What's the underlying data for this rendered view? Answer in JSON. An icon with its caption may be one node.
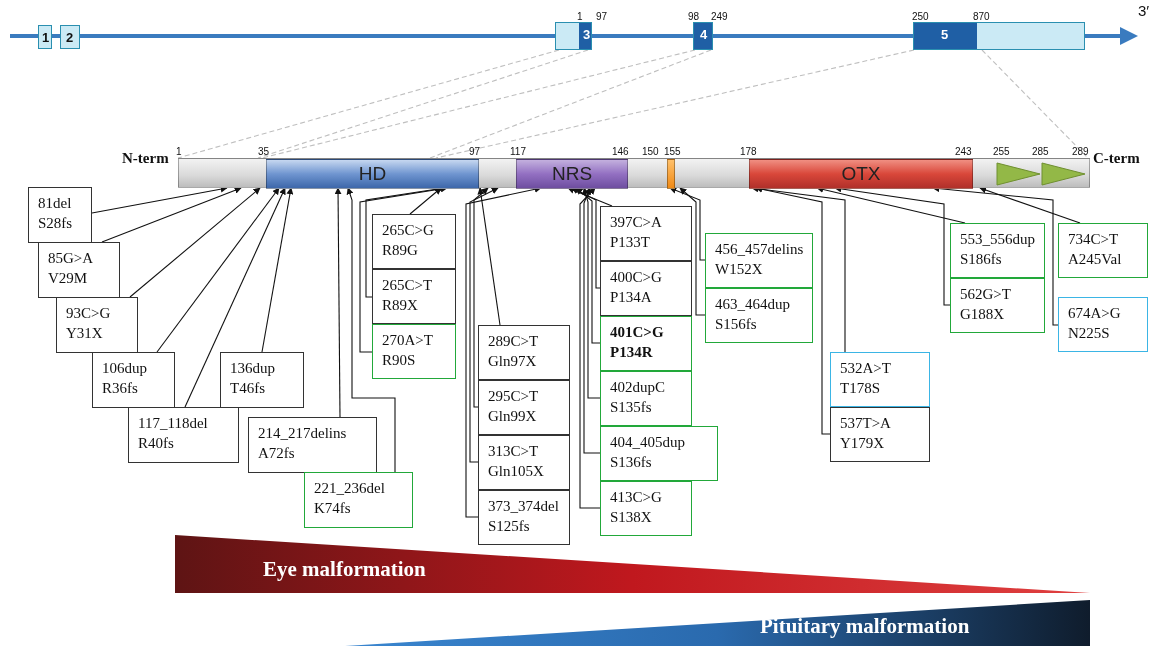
{
  "diagram": {
    "nodes": [
      {
        "text": [
          "1"
        ]
      },
      {
        "text": [
          "2"
        ]
      },
      {
        "text": [
          "3"
        ],
        "beside": [
          "1",
          "97"
        ]
      },
      {
        "text": [
          "4"
        ],
        "beside": [
          "98",
          "249"
        ]
      },
      {
        "text": [
          "5"
        ],
        "beside": [
          "250",
          "870"
        ]
      },
      {
        "text": [],
        "shape": "bar",
        "beside": [
          "N-term",
          "1",
          "289",
          "C-term"
        ]
      },
      {
        "text": [
          "HD"
        ],
        "in": 5,
        "beside": [
          "35",
          "97"
        ]
      },
      {
        "text": [
          "NRS"
        ],
        "in": 5,
        "beside": [
          "117",
          "146"
        ]
      },
      {
        "text": [],
        "shape": "bar",
        "in": 5,
        "beside": [
          "150",
          "155"
        ]
      },
      {
        "text": [
          "OTX"
        ],
        "in": 5,
        "beside": [
          "178",
          "243"
        ]
      },
      {
        "text": [],
        "shape": "triangle",
        "in": 5,
        "beside": [
          "255"
        ]
      },
      {
        "text": [],
        "shape": "triangle",
        "in": 5,
        "beside": [
          "285"
        ]
      },
      {
        "text": [
          "81del",
          "S28fs"
        ]
      },
      {
        "text": [
          "85G>A",
          "V29M"
        ]
      },
      {
        "text": [
          "93C>G",
          "Y31X"
        ]
      },
      {
        "text": [
          "106dup",
          "R36fs"
        ]
      },
      {
        "text": [
          "117_118del",
          "R40fs"
        ]
      },
      {
        "text": [
          "136dup",
          "T46fs"
        ]
      },
      {
        "text": [
          "214_217delins",
          "A72fs"
        ]
      },
      {
        "text": [
          "221_236del",
          "K74fs"
        ]
      },
      {
        "text": [
          "265C>G",
          "R89G"
        ]
      },
      {
        "text": [
          "265C>T",
          "R89X"
        ]
      },
      {
        "text": [
          "270A>T",
          "R90S"
        ]
      },
      {
        "text": [
          "289C>T",
          "Gln97X"
        ]
      },
      {
        "text": [
          "295C>T",
          "Gln99X"
        ]
      },
      {
        "text": [
          "313C>T",
          "Gln105X"
        ]
      },
      {
        "text": [
          "373_374del",
          "S125fs"
        ]
      },
      {
        "text": [
          "397C>A",
          "P133T"
        ]
      },
      {
        "text": [
          "400C>G",
          "P134A"
        ]
      },
      {
        "text": [
          "401C>G",
          "P134R"
        ]
      },
      {
        "text": [
          "402dupC",
          "S135fs"
        ]
      },
      {
        "text": [
          "404_405dup",
          "S136fs"
        ]
      },
      {
        "text": [
          "413C>G",
          "S138X"
        ]
      },
      {
        "text": [
          "456_457delins",
          "W152X"
        ]
      },
      {
        "text": [
          "463_464dup",
          "S156fs"
        ]
      },
      {
        "text": [
          "532A>T",
          "T178S"
        ]
      },
      {
        "text": [
          "537T>A",
          "Y179X"
        ]
      },
      {
        "text": [
          "553_556dup",
          "S186fs"
        ]
      },
      {
        "text": [
          "562G>T",
          "G188X"
        ]
      },
      {
        "text": [
          "674A>G",
          "N225S"
        ]
      },
      {
        "text": [
          "734C>T",
          "A245Val"
        ]
      },
      {
        "text": [
          "Eye malformation"
        ]
      },
      {
        "text": [
          "Pituitary malformation"
        ]
      }
    ],
    "edges": [
      {
        "from": 2,
        "to": 5,
        "arrow": "none",
        "style": "dashed",
        "color": "#bfbfbf"
      },
      {
        "from": 2,
        "to": 5,
        "arrow": "none",
        "style": "dashed",
        "color": "#bfbfbf"
      },
      {
        "from": 3,
        "to": 5,
        "arrow": "none",
        "style": "dashed",
        "color": "#bfbfbf"
      },
      {
        "from": 3,
        "to": 5,
        "arrow": "none",
        "style": "dashed",
        "color": "#bfbfbf"
      },
      {
        "from": 4,
        "to": 5,
        "arrow": "none",
        "style": "dashed",
        "color": "#bfbfbf"
      },
      {
        "from": 4,
        "to": 5,
        "arrow": "none",
        "style": "dashed",
        "color": "#bfbfbf"
      },
      {
        "from": 12,
        "to": 5,
        "arrow": "to"
      },
      {
        "from": 13,
        "to": 5,
        "arrow": "to"
      },
      {
        "from": 14,
        "to": 5,
        "arrow": "to"
      },
      {
        "from": 15,
        "to": 6,
        "arrow": "to"
      },
      {
        "from": 16,
        "to": 6,
        "arrow": "to"
      },
      {
        "from": 17,
        "to": 6,
        "arrow": "to"
      },
      {
        "from": 18,
        "to": 6,
        "arrow": "to"
      },
      {
        "from": 19,
        "to": 6,
        "arrow": "to"
      },
      {
        "from": 20,
        "to": 6,
        "arrow": "to"
      },
      {
        "from": 21,
        "to": 6,
        "arrow": "to"
      },
      {
        "from": 22,
        "to": 6,
        "arrow": "to"
      },
      {
        "from": 23,
        "to": 5,
        "arrow": "to"
      },
      {
        "from": 24,
        "to": 5,
        "arrow": "to"
      },
      {
        "from": 25,
        "to": 5,
        "arrow": "to"
      },
      {
        "from": 26,
        "to": 7,
        "arrow": "to"
      },
      {
        "from": 27,
        "to": 7,
        "arrow": "to"
      },
      {
        "from": 28,
        "to": 7,
        "arrow": "to"
      },
      {
        "from": 29,
        "to": 7,
        "arrow": "to"
      },
      {
        "from": 30,
        "to": 7,
        "arrow": "to"
      },
      {
        "from": 31,
        "to": 7,
        "arrow": "to"
      },
      {
        "from": 32,
        "to": 7,
        "arrow": "to"
      },
      {
        "from": 33,
        "to": 8,
        "arrow": "to"
      },
      {
        "from": 34,
        "to": 5,
        "arrow": "to"
      },
      {
        "from": 35,
        "to": 9,
        "arrow": "to"
      },
      {
        "from": 36,
        "to": 9,
        "arrow": "to"
      },
      {
        "from": 37,
        "to": 9,
        "arrow": "to"
      },
      {
        "from": 38,
        "to": 9,
        "arrow": "to"
      },
      {
        "from": 39,
        "to": 9,
        "arrow": "to"
      },
      {
        "from": 40,
        "to": 5,
        "arrow": "to"
      }
    ],
    "labels": [
      "3′"
    ]
  }
}
